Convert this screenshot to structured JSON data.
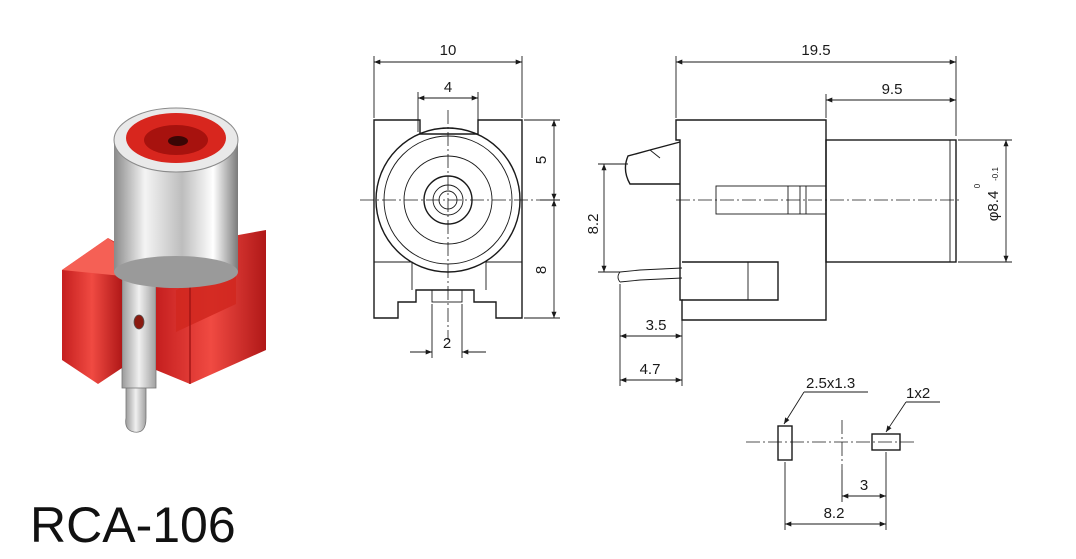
{
  "model_name": "RCA-106",
  "front_view": {
    "width": "10",
    "center_opening": "4",
    "upper_height": "5",
    "lower_height": "8",
    "pin_width": "2"
  },
  "side_view": {
    "total_length": "19.5",
    "barrel_length": "9.5",
    "body_height": "8.2",
    "barrel_diameter": "φ8.4",
    "tolerance_upper": "0",
    "tolerance_lower": "-0.1",
    "pin_offset_1": "3.5",
    "pin_offset_2": "4.7"
  },
  "pcb_layout": {
    "pad_left": "2.5x1.3",
    "pad_right": "1x2",
    "pad_spacing": "3",
    "total_spacing": "8.2"
  },
  "colors": {
    "housing": "#e8302c",
    "housing_dark": "#b81e1e",
    "metal": "#d8d8d8",
    "line": "#1a1a1a"
  }
}
